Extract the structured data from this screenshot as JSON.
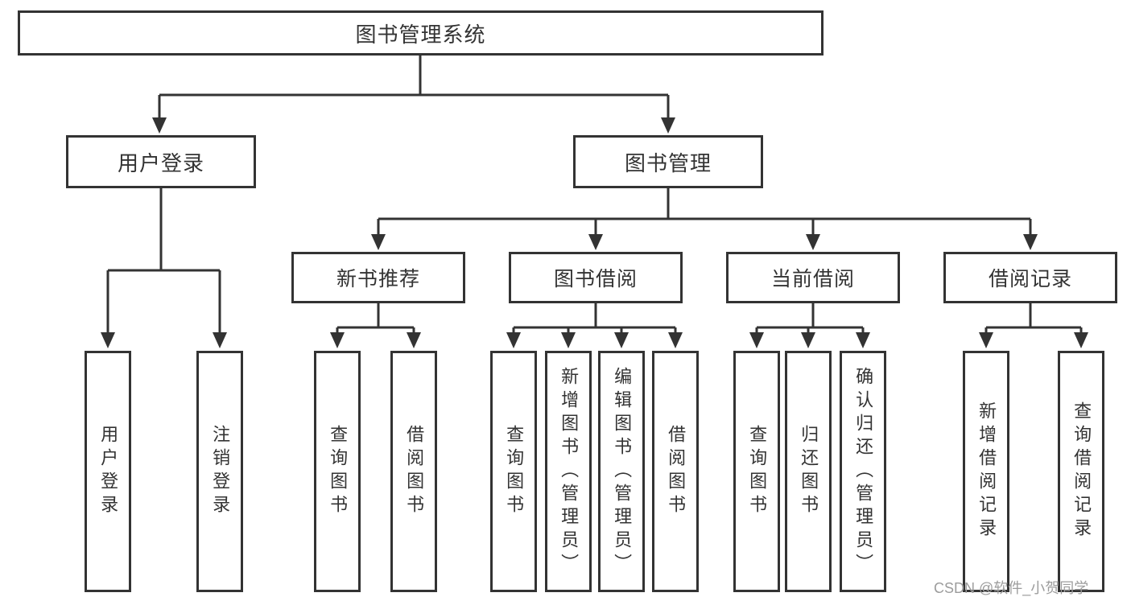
{
  "diagram": {
    "root": {
      "label": "图书管理系统"
    },
    "level2": [
      {
        "label": "用户登录"
      },
      {
        "label": "图书管理"
      }
    ],
    "level3": [
      {
        "label": "新书推荐"
      },
      {
        "label": "图书借阅"
      },
      {
        "label": "当前借阅"
      },
      {
        "label": "借阅记录"
      }
    ],
    "leaves": [
      {
        "label": "用户登录"
      },
      {
        "label": "注销登录"
      },
      {
        "label": "查询图书"
      },
      {
        "label": "借阅图书"
      },
      {
        "label": "查询图书"
      },
      {
        "label": "新增图书（管理员）"
      },
      {
        "label": "编辑图书（管理员）"
      },
      {
        "label": "借阅图书"
      },
      {
        "label": "查询图书"
      },
      {
        "label": "归还图书"
      },
      {
        "label": "确认归还（管理员）"
      },
      {
        "label": "新增借阅记录"
      },
      {
        "label": "查询借阅记录"
      }
    ]
  },
  "watermark": {
    "text": "CSDN @软件_小贺同学"
  },
  "colors": {
    "line": "#333333",
    "box_border": "#333333",
    "box_background": "#ffffff",
    "text": "#333333",
    "watermark": "#9c9c9c",
    "page_background": "#ffffff"
  }
}
